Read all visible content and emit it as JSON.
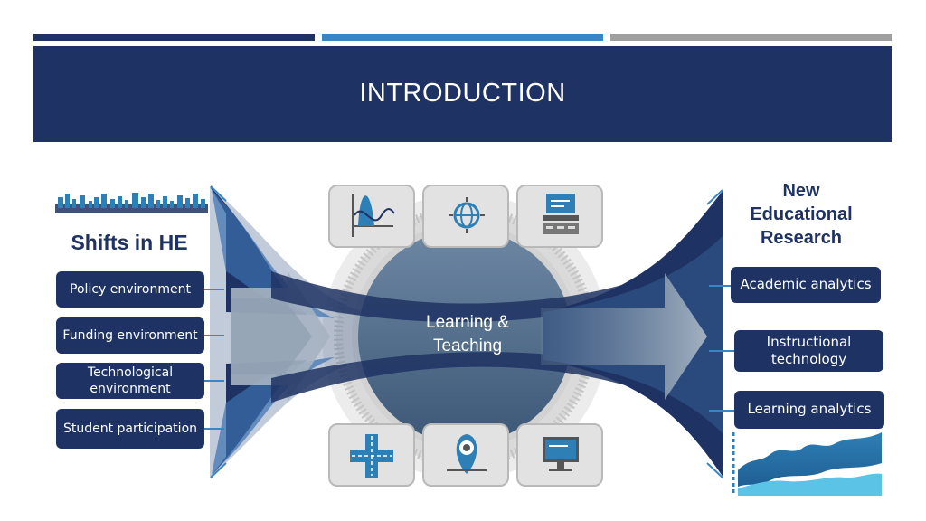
{
  "slide": {
    "title": "INTRODUCTION",
    "accent_colors": [
      "#1e3263",
      "#3a86c4",
      "#a0a0a0"
    ]
  },
  "left": {
    "heading": "Shifts in HE",
    "items": [
      {
        "label": "Policy environment"
      },
      {
        "label": "Funding environment"
      },
      {
        "label": "Technological environment"
      },
      {
        "label": "Student participation"
      }
    ]
  },
  "center": {
    "label": "Learning & Teaching",
    "icons_top": [
      "wave-chart-icon",
      "globe-target-icon",
      "server-icon"
    ],
    "icons_bottom": [
      "crossroads-icon",
      "location-pin-icon",
      "monitor-icon"
    ]
  },
  "right": {
    "heading": "New Educational Research",
    "items": [
      {
        "label": "Academic analytics"
      },
      {
        "label": "Instructional technology"
      },
      {
        "label": "Learning analytics"
      }
    ]
  },
  "colors": {
    "navy": "#1e3263",
    "mid_blue": "#3a86c4",
    "gray": "#a0a0a0",
    "arrow_light": "#9fb0c2"
  }
}
